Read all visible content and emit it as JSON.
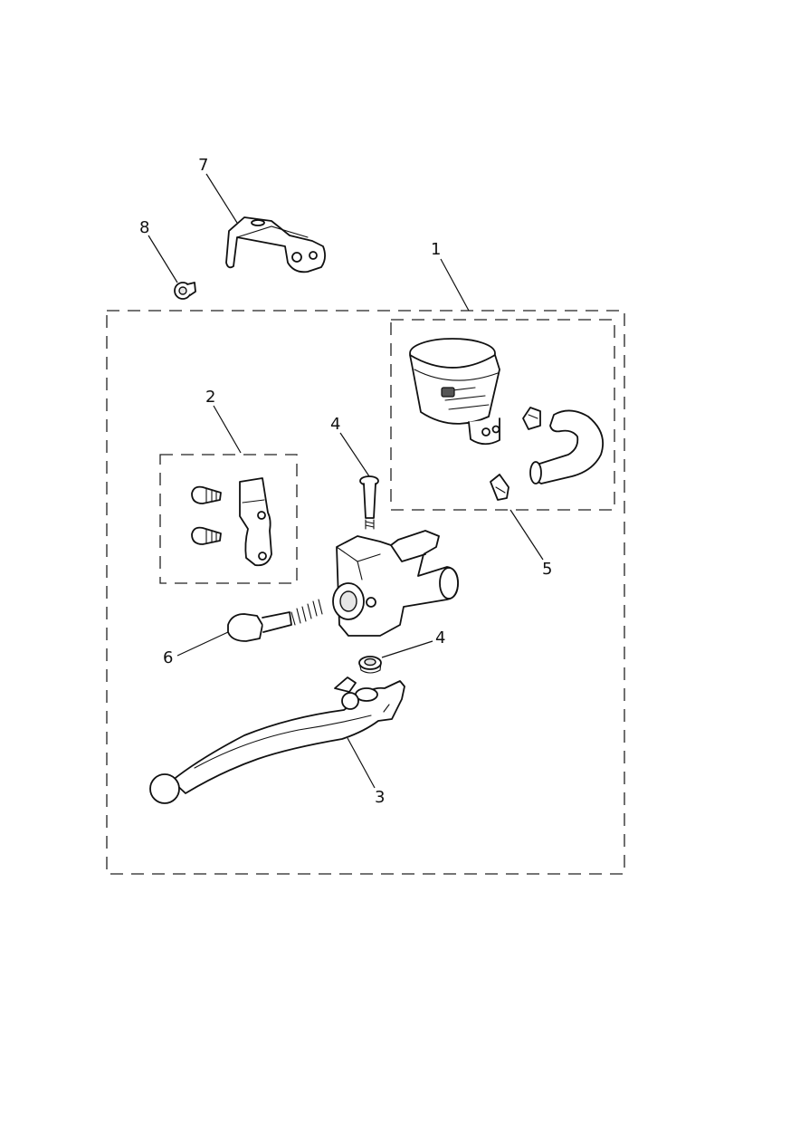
{
  "callouts": {
    "c1": "1",
    "c2": "2",
    "c3": "3",
    "c4a": "4",
    "c4b": "4",
    "c5": "5",
    "c6": "6",
    "c7": "7",
    "c8": "8"
  },
  "colors": {
    "line": "#111111",
    "background": "#ffffff"
  }
}
